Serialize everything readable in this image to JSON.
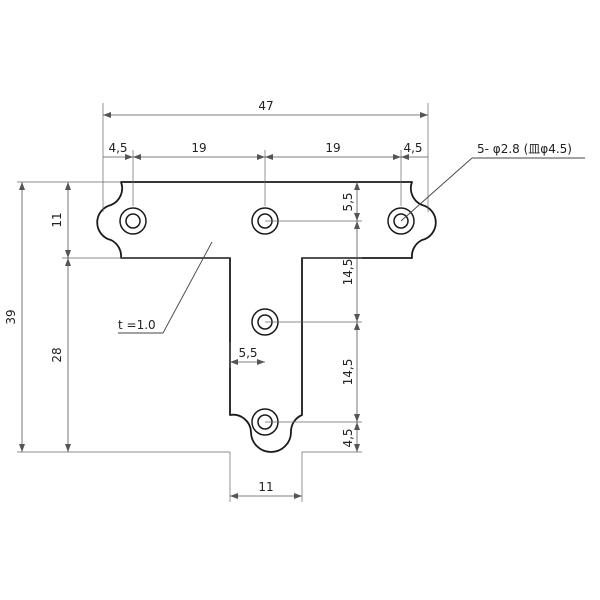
{
  "dimensions": {
    "overall_width": "47",
    "edge_left": "4,5",
    "pitch_left": "19",
    "pitch_right": "19",
    "edge_right": "4,5",
    "top_hole_offset": "5,5",
    "pitch_v1": "14,5",
    "pitch_v2": "14,5",
    "bottom_edge": "4,5",
    "overall_height": "39",
    "bar_height": "11",
    "stem_length": "28",
    "stem_hole_offset": "5,5",
    "stem_width": "11"
  },
  "annotations": {
    "hole_spec": "5- φ2.8 (皿φ4.5)",
    "thickness": "t =1.0"
  },
  "part": {
    "shape": "T-plate",
    "hole_count": 5
  }
}
